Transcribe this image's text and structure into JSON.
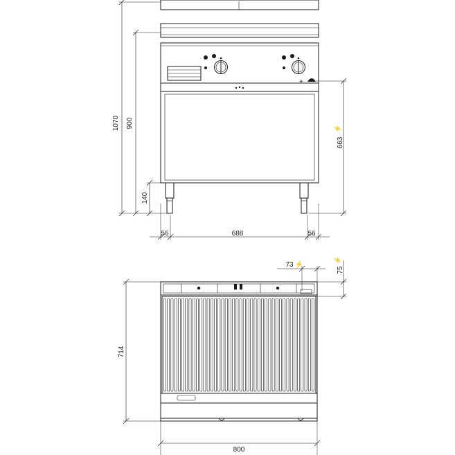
{
  "drawing": {
    "front_view": {
      "dimensions": {
        "total_height": "1070",
        "body_height": "900",
        "leg_height": "140",
        "cabinet_height": "663",
        "left_offset": "56",
        "inner_width": "688",
        "right_offset": "56"
      },
      "symbols": {
        "electric_connection": "⚡",
        "plus": "+"
      }
    },
    "top_view": {
      "dimensions": {
        "connection_x": "73",
        "connection_y": "75",
        "depth": "714",
        "width": "800"
      },
      "symbols": {
        "electric_connection": "⚡"
      }
    },
    "colors": {
      "line": "#1a1a1a",
      "background": "#ffffff"
    }
  }
}
